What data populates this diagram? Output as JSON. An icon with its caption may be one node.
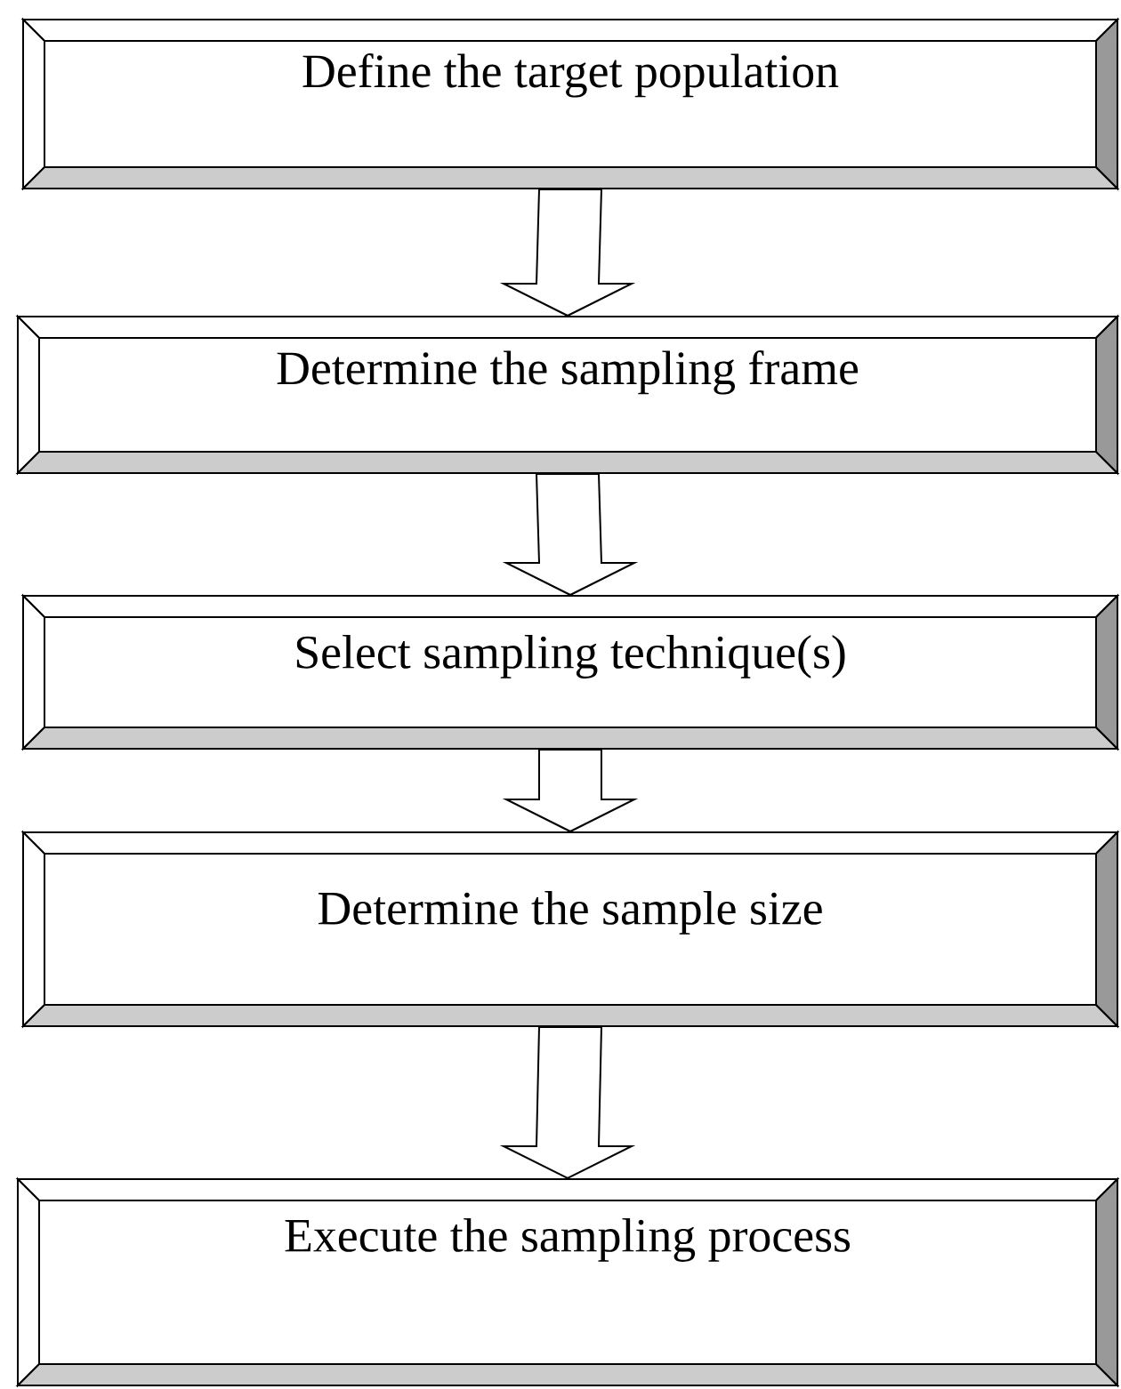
{
  "diagram": {
    "nodes": [
      {
        "text": [
          "Define the target population"
        ]
      },
      {
        "text": [
          "Determine the sampling frame"
        ]
      },
      {
        "text": [
          "Select sampling technique(s)"
        ]
      },
      {
        "text": [
          "Determine the sample size"
        ]
      },
      {
        "text": [
          "Execute the sampling process"
        ]
      }
    ],
    "edges": [
      {
        "from": 0,
        "to": 1,
        "arrow": "to"
      },
      {
        "from": 1,
        "to": 2,
        "arrow": "to"
      },
      {
        "from": 2,
        "to": 3,
        "arrow": "to"
      },
      {
        "from": 3,
        "to": 4,
        "arrow": "to"
      }
    ]
  }
}
